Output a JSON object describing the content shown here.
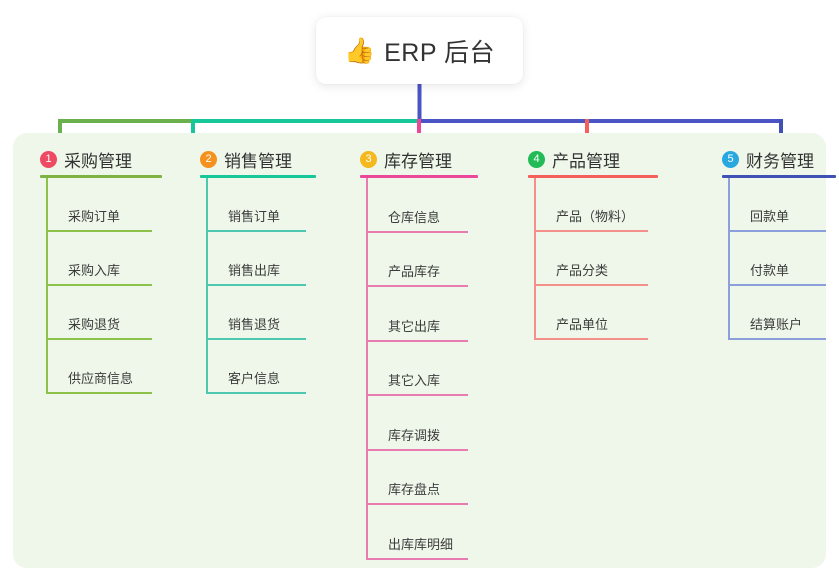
{
  "root": {
    "icon": "thumbs-up-icon",
    "emoji": "👍",
    "label": "ERP 后台"
  },
  "panel": {
    "background": "#eef7e9"
  },
  "connector_colors": {
    "branch_1": "#6ab04c",
    "branch_2": "#16c79a",
    "branch_3": "#ec4899",
    "branch_4": "#f4605a",
    "branch_5": "#3f51b5",
    "stem": "#4a54c4",
    "bar_left": "#6ab04c",
    "bar_mid": "#16c79a",
    "bar_right": "#4a54c4"
  },
  "columns": [
    {
      "index": "1",
      "title": "采购管理",
      "badge_color": "#ef4a64",
      "line_color": "#7cb342",
      "leaf_line_color": "#8bc34a",
      "items": [
        {
          "label": "采购订单"
        },
        {
          "label": "采购入库"
        },
        {
          "label": "采购退货"
        },
        {
          "label": "供应商信息"
        }
      ]
    },
    {
      "index": "2",
      "title": "销售管理",
      "badge_color": "#f5921e",
      "line_color": "#16c79a",
      "leaf_line_color": "#4dc9b0",
      "items": [
        {
          "label": "销售订单"
        },
        {
          "label": "销售出库"
        },
        {
          "label": "销售退货"
        },
        {
          "label": "客户信息"
        }
      ]
    },
    {
      "index": "3",
      "title": "库存管理",
      "badge_color": "#f5b81e",
      "line_color": "#ec4899",
      "leaf_line_color": "#e87bb0",
      "items": [
        {
          "label": "仓库信息"
        },
        {
          "label": "产品库存"
        },
        {
          "label": "其它出库"
        },
        {
          "label": "其它入库"
        },
        {
          "label": "库存调拨"
        },
        {
          "label": "库存盘点"
        },
        {
          "label": "出库库明细"
        }
      ]
    },
    {
      "index": "4",
      "title": "产品管理",
      "badge_color": "#22bb55",
      "line_color": "#f4605a",
      "leaf_line_color": "#f58f8a",
      "items": [
        {
          "label": "产品（物料）"
        },
        {
          "label": "产品分类"
        },
        {
          "label": "产品单位"
        }
      ]
    },
    {
      "index": "5",
      "title": "财务管理",
      "badge_color": "#29a8e0",
      "line_color": "#3f51b5",
      "leaf_line_color": "#8c9fdc",
      "items": [
        {
          "label": "回款单"
        },
        {
          "label": "付款单"
        },
        {
          "label": "结算账户"
        }
      ]
    }
  ]
}
